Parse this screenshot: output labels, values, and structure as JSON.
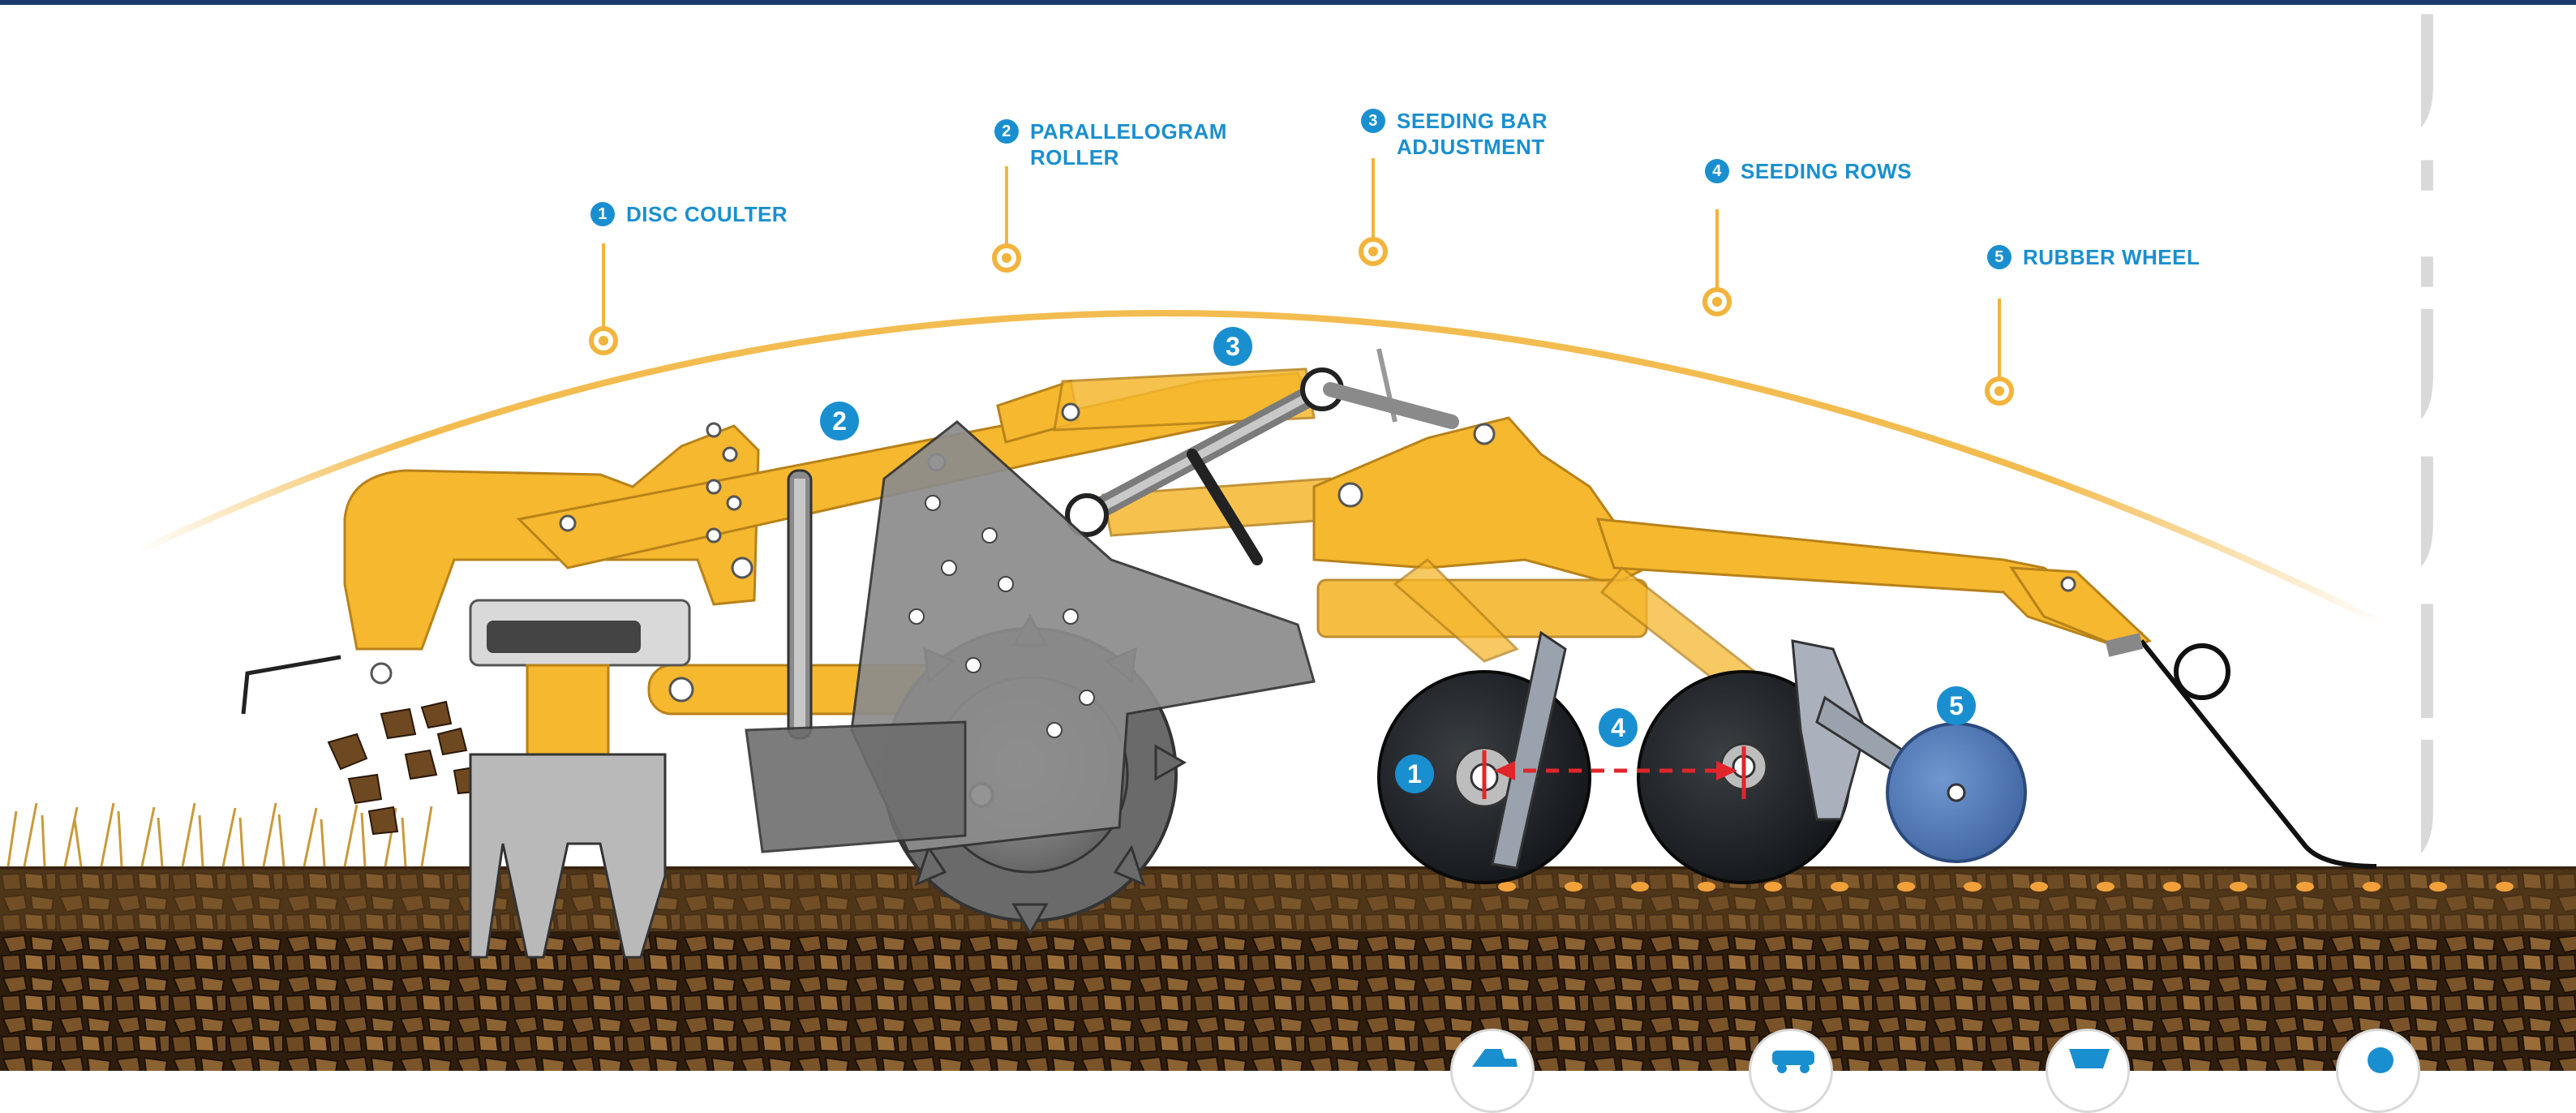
{
  "callouts": [
    {
      "num": "1",
      "label": "DISC COULTER"
    },
    {
      "num": "2",
      "label": "PARALLELOGRAM\nROLLER"
    },
    {
      "num": "3",
      "label": "SEEDING BAR\nADJUSTMENT"
    },
    {
      "num": "4",
      "label": "SEEDING ROWS"
    },
    {
      "num": "5",
      "label": "RUBBER WHEEL"
    }
  ],
  "badges": [
    "1",
    "2",
    "3",
    "4",
    "5"
  ],
  "side_word": "RUBBER",
  "colors": {
    "accent_blue": "#1a8fd0",
    "frame_yellow": "#f5b82e",
    "arc_gold": "#f2b43c",
    "soil_brown": "#5a3a1e",
    "wheel_blue": "#4f79b8",
    "top_bar": "#1b3a6b"
  },
  "bottom_icons": [
    "tractor-icon",
    "seeder-icon",
    "plough-icon",
    "roller-icon"
  ]
}
